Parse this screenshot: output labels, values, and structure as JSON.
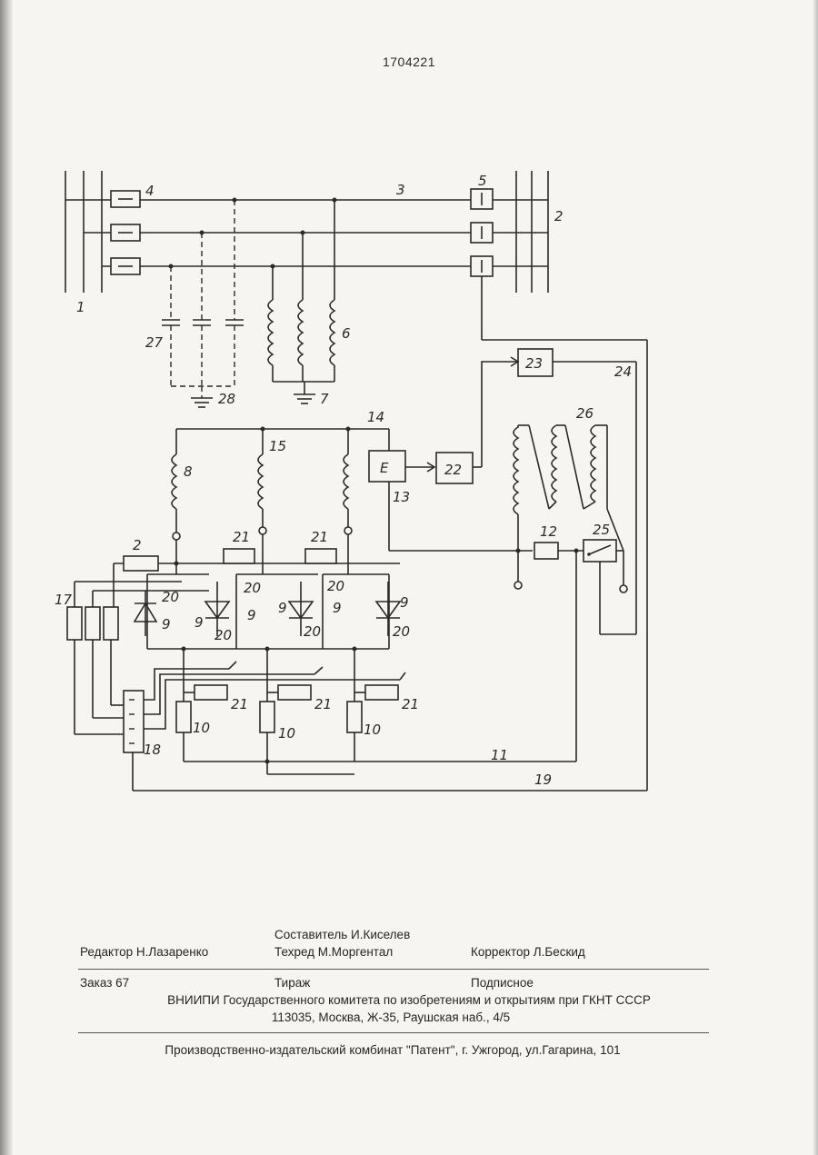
{
  "header": {
    "patent_number": "1704221"
  },
  "figure": {
    "labels": {
      "bus1": "1",
      "bus2": "2",
      "line3": "3",
      "fuse4": "4",
      "breaker5": "5",
      "reactor6": "6",
      "ground7": "7",
      "coil8": "8",
      "thyristor9": "9",
      "resistor10": "10",
      "bus11": "11",
      "resistor12": "12",
      "sensor13": "13",
      "line14": "14",
      "coil15": "15",
      "resistor2": "2",
      "resistors17": "17",
      "block18": "18",
      "line19": "19",
      "snubber20": "20",
      "resistor21": "21",
      "block22": "22",
      "block23": "23",
      "line24": "24",
      "relay25": "25",
      "coils26": "26",
      "capacitor27": "27",
      "ground28": "28",
      "sensor_symbol": "E"
    }
  },
  "colophon": {
    "compiler": "Составитель И.Киселев",
    "editor": "Редактор  Н.Лазаренко",
    "techred": "Техред М.Моргентал",
    "corrector": "Корректор  Л.Бескид",
    "order": "Заказ  67",
    "circulation": "Тираж",
    "subscription": "Подписное",
    "institute": "ВНИИПИ Государственного комитета по изобретениям и открытиям при ГКНТ СССР",
    "address": "113035, Москва, Ж-35, Раушская наб., 4/5",
    "publisher": "Производственно-издательский комбинат \"Патент\", г. Ужгород, ул.Гагарина, 101"
  }
}
